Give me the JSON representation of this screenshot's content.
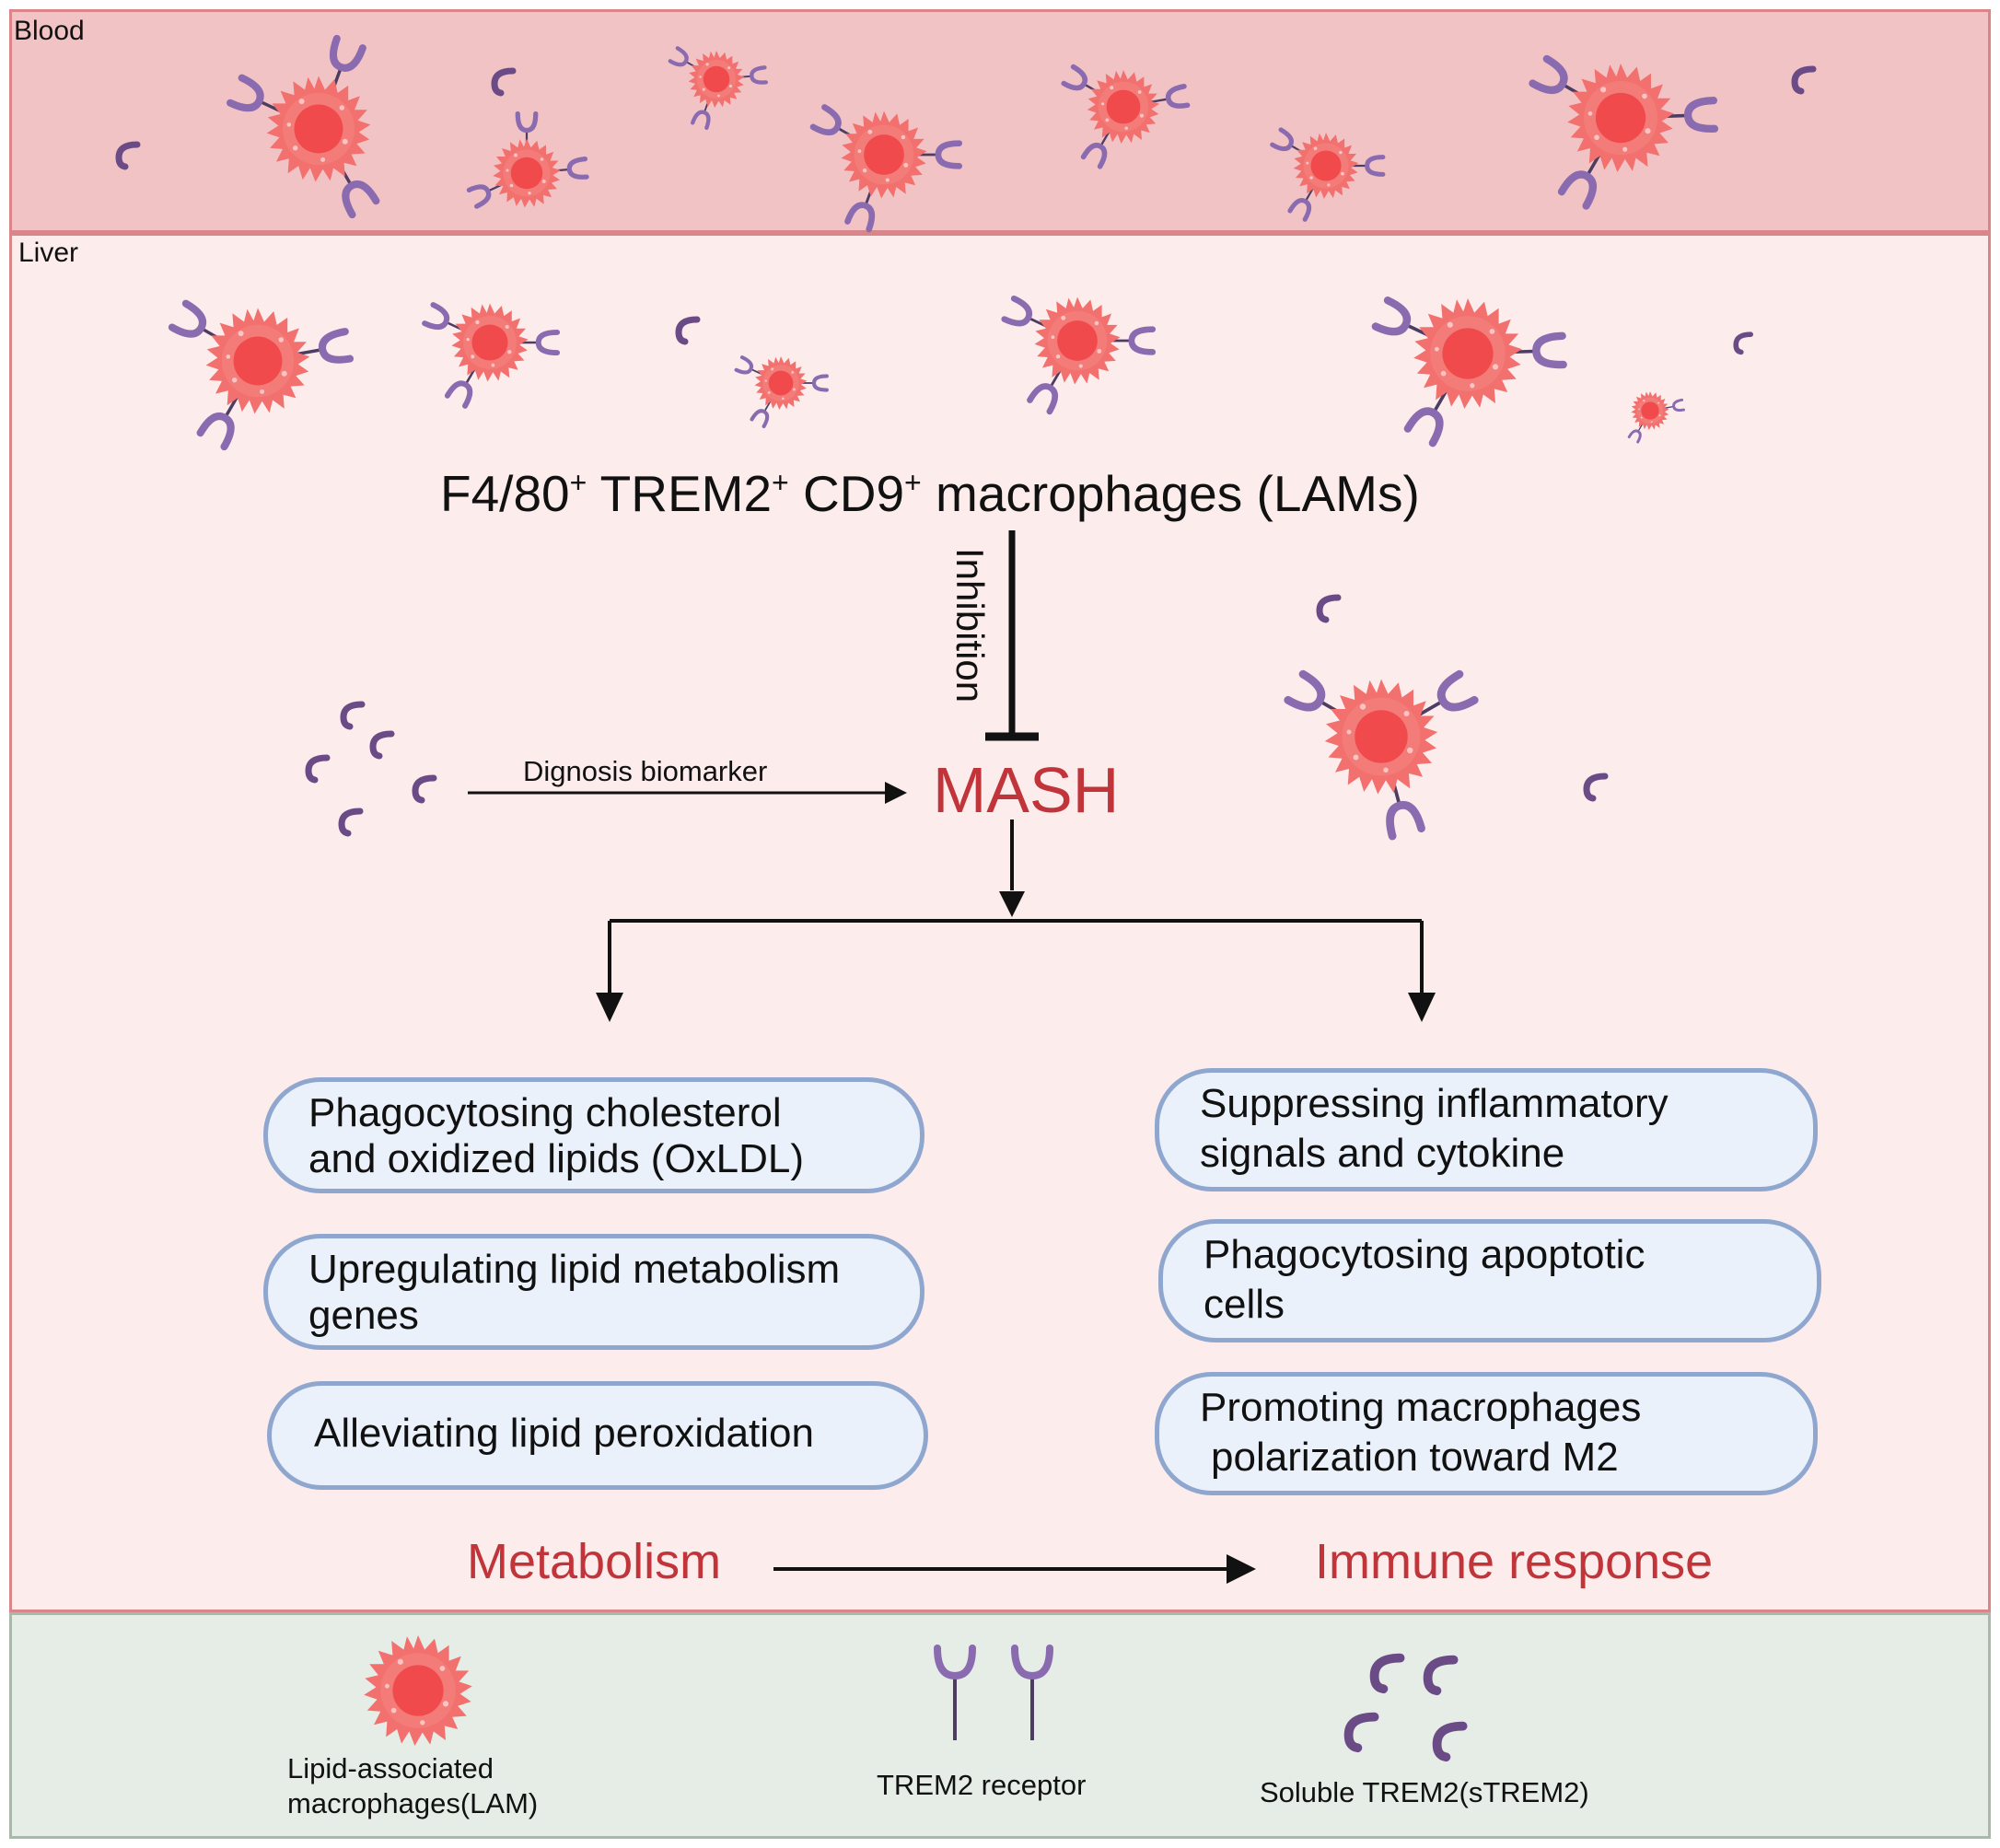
{
  "panels": {
    "blood": "Blood",
    "liver": "Liver"
  },
  "title": {
    "p1": "F4/80",
    "s1": "+",
    "p2": " TREM2",
    "s2": "+",
    "p3": " CD9",
    "s3": "+",
    "p4": " macrophages (LAMs)"
  },
  "inhibition_label": "Inhibition",
  "biomarker_label": "Dignosis biomarker",
  "mash_label": "MASH",
  "left_boxes": [
    {
      "lines": [
        "Phagocytosing cholesterol",
        "and oxidized lipids (OxLDL)"
      ]
    },
    {
      "lines": [
        "Upregulating lipid metabolism",
        "genes"
      ]
    },
    {
      "lines": [
        "Alleviating lipid peroxidation"
      ]
    }
  ],
  "right_boxes": [
    {
      "lines": [
        "Suppressing inflammatory",
        "signals and cytokine"
      ]
    },
    {
      "lines": [
        "Phagocytosing apoptotic",
        "cells"
      ]
    },
    {
      "lines": [
        "Promoting macrophages",
        "polarization toward M2"
      ]
    }
  ],
  "bottom": {
    "metabolism": "Metabolism",
    "immune": "Immune response"
  },
  "legend": {
    "lam": [
      "Lipid-associated",
      "macrophages(LAM)"
    ],
    "receptor": "TREM2 receptor",
    "strem2": "Soluble TREM2(sTREM2)"
  },
  "colors": {
    "accent_red": "#c0343a",
    "cell_body": "#f2716f",
    "cell_nucleus": "#f04a4d",
    "receptor_purple": "#6a4b86",
    "box_fill": "#eaf1fb",
    "box_border": "#8fa7cf",
    "blood_bg": "#f2c3c5",
    "liver_bg": "#fcecec",
    "legend_bg": "#e5ede6"
  },
  "icons": {
    "macrophage": "lipid-associated-macrophage-icon",
    "receptor": "trem2-receptor-icon",
    "soluble": "strem2-icon"
  }
}
